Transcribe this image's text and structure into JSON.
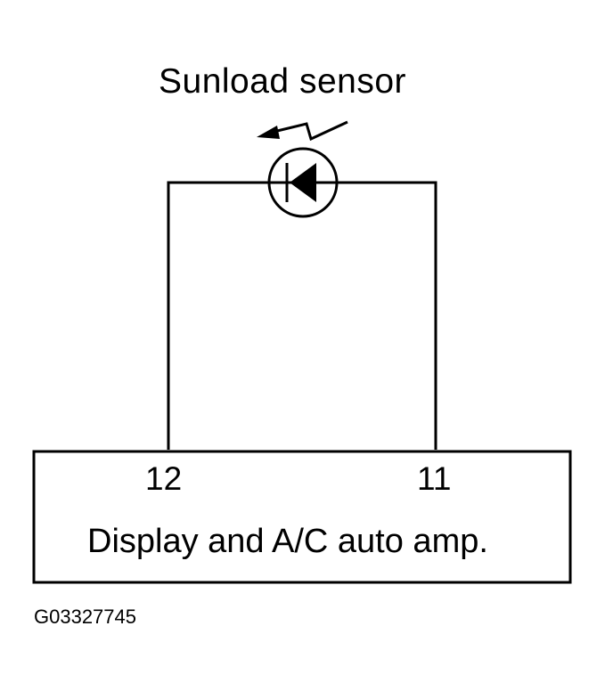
{
  "sensor": {
    "label": "Sunload sensor"
  },
  "amp": {
    "label": "Display and A/C auto amp."
  },
  "pins": {
    "left": "12",
    "right": "11"
  },
  "figure_code": "G03327745",
  "colors": {
    "line": "#000000",
    "background": "#ffffff"
  },
  "icons": {
    "sensor_symbol": "photodiode-icon",
    "light_symbol": "light-ray-icon"
  }
}
